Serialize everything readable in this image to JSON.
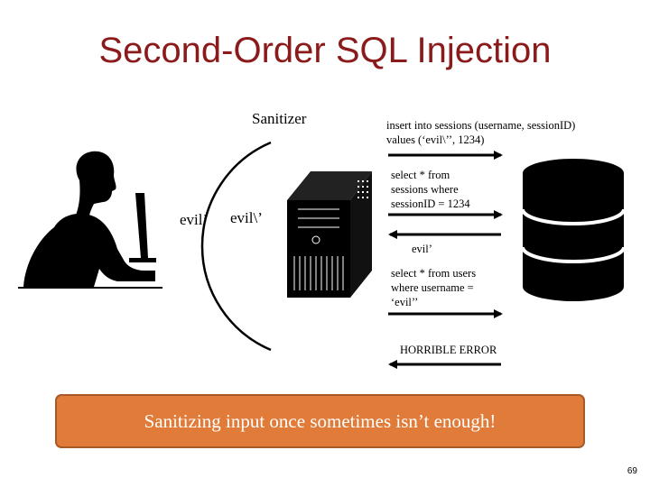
{
  "slide": {
    "title": "Second-Order SQL Injection",
    "labels": {
      "sanitizer": "Sanitizer",
      "user_input": "evil’",
      "sanitized_input": "evil\\’"
    },
    "queries": {
      "insert_line1": "insert into sessions (username, sessionID)",
      "insert_line2": "values (‘evil\\’’, 1234)",
      "select_session_line1": "select * from",
      "select_session_line2": "sessions where",
      "select_session_line3": "sessionID = 1234",
      "returned_value": "evil’",
      "select_user_line1": "select * from users",
      "select_user_line2": "where username =",
      "select_user_line3": "‘evil’’",
      "error_text": "HORRIBLE ERROR"
    },
    "banner": "Sanitizing input once sometimes isn’t enough!",
    "page_number": "69",
    "colors": {
      "title": "#8b1a1a",
      "banner_fill": "#e07b39",
      "banner_border": "#a65a28"
    },
    "icons": [
      "person-at-computer-icon",
      "server-tower-icon",
      "database-icon"
    ]
  }
}
